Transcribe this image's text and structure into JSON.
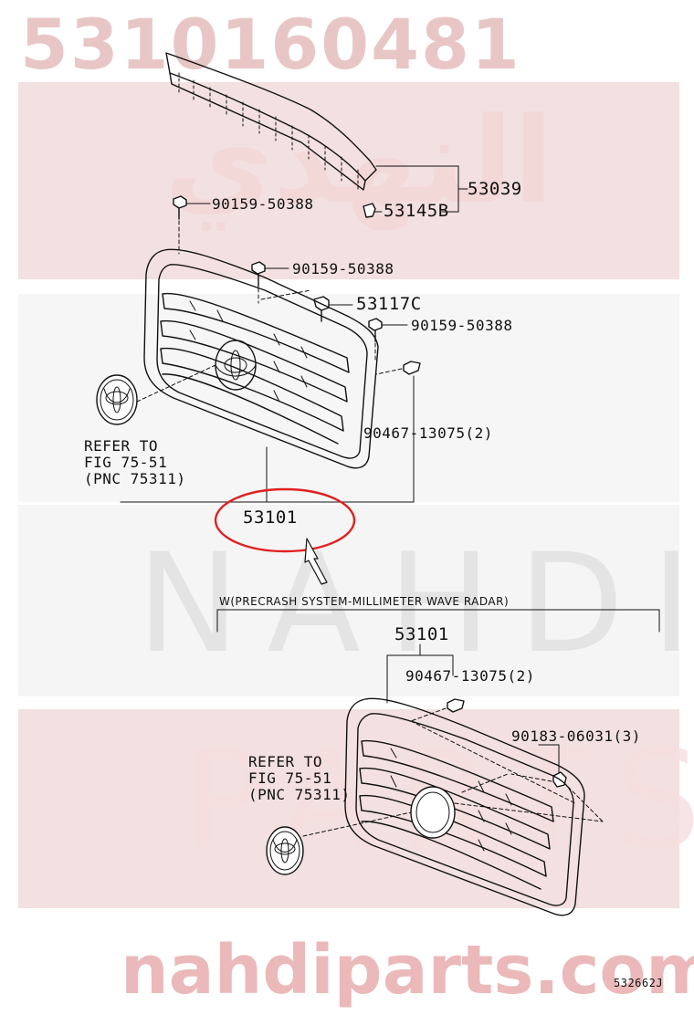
{
  "watermark": {
    "part_number": "5310160481",
    "arabic": "النهدي",
    "brand_word1": "NAHDI",
    "brand_word2": "PARTS",
    "site": "nahdiparts.com"
  },
  "labels": {
    "p53039": "53039",
    "p53145b": "53145B",
    "p90159_a": "90159-50388",
    "p90159_b": "90159-50388",
    "p53117c": "53117C",
    "p90159_c": "90159-50388",
    "p90467_a": "90467-13075(2)",
    "refer_a_1": "REFER TO",
    "refer_a_2": "FIG 75-51",
    "refer_a_3": "(PNC 75311)",
    "p53101_a": "53101",
    "variant_header": "W(PRECRASH SYSTEM-MILLIMETER WAVE RADAR)",
    "p53101_b": "53101",
    "p90467_b": "90467-13075(2)",
    "p90183": "90183-06031(3)",
    "refer_b_1": "REFER TO",
    "refer_b_2": "FIG 75-51",
    "refer_b_3": "(PNC 75311)",
    "illustration_code": "532662J"
  },
  "highlight_color": "#e02020"
}
